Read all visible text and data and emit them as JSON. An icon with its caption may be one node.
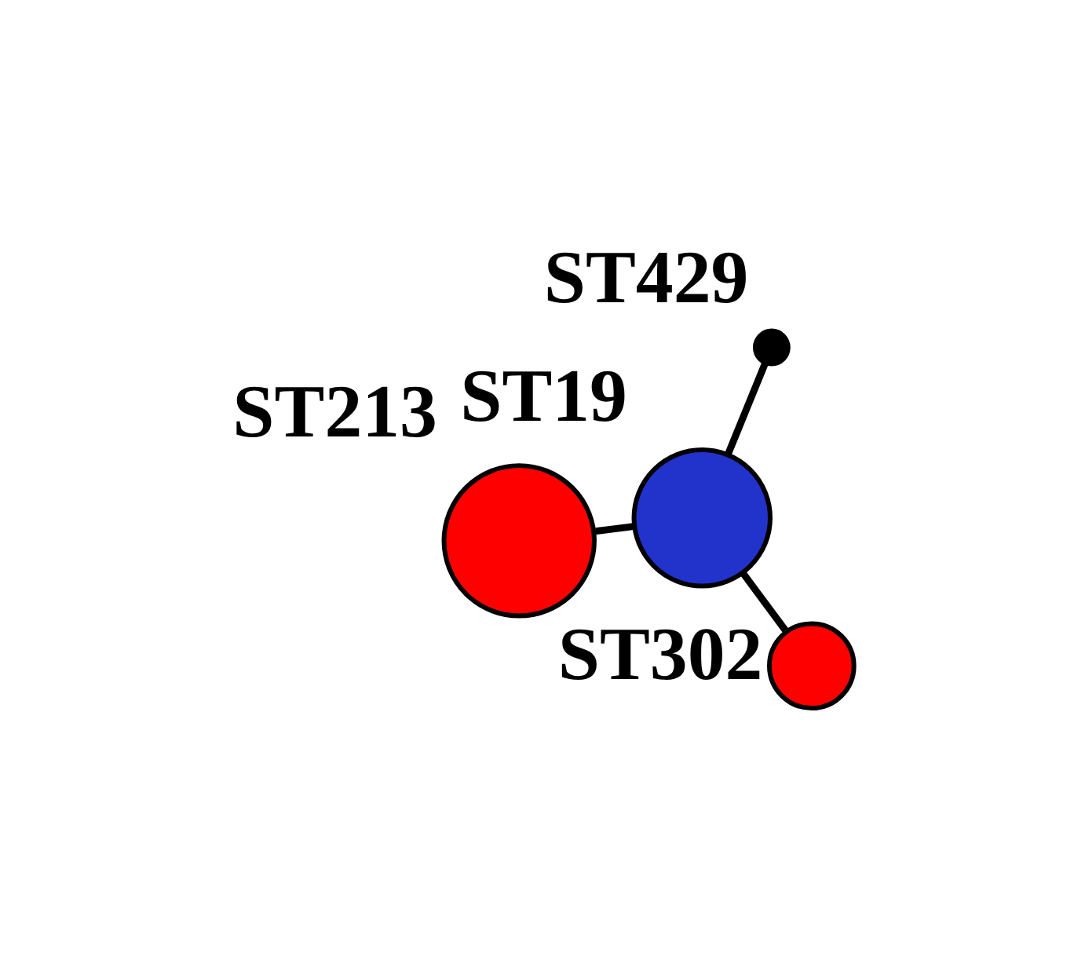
{
  "diagram": {
    "nodes": [
      {
        "text": [
          "ST213"
        ]
      },
      {
        "text": [
          "ST19"
        ]
      },
      {
        "text": [
          "ST302"
        ]
      },
      {
        "text": [
          "ST429"
        ]
      }
    ],
    "edges": [
      {
        "from": 0,
        "to": 1,
        "arrow": "none"
      },
      {
        "from": 1,
        "to": 2,
        "arrow": "none"
      },
      {
        "from": 1,
        "to": 3,
        "arrow": "none"
      }
    ]
  }
}
